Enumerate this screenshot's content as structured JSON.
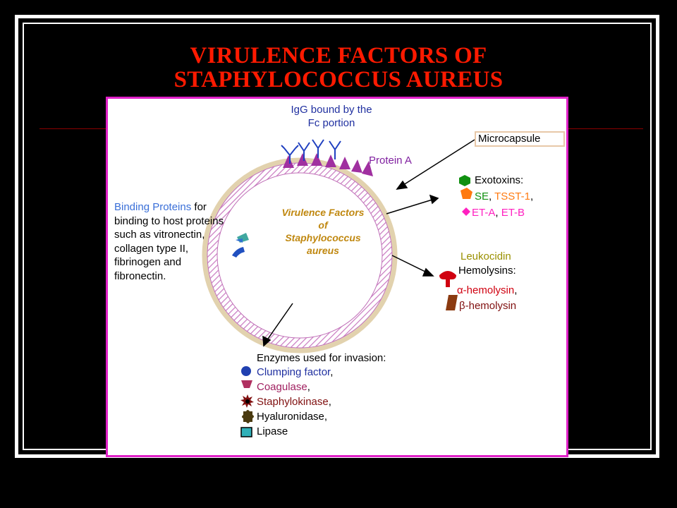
{
  "title": {
    "line1": "VIRULENCE FACTORS OF",
    "line2": "STAPHYLOCOCCUS AUREUS"
  },
  "diagram": {
    "center": [
      "Virulence Factors",
      "of",
      "Staphylococcus",
      "aureus"
    ],
    "igg": [
      "IgG bound by the",
      "Fc portion"
    ],
    "protein_a": "Protein A",
    "microcapsule": "Microcapsule",
    "exotoxins": {
      "heading": "Exotoxins:",
      "se": "SE",
      "sep1": ", ",
      "tsst": "TSST-1",
      "sep2": ",",
      "eta": "ET-A",
      "sep3": ", ",
      "etb": "ET-B"
    },
    "leukocidin": "Leukocidin",
    "hemolysins": {
      "heading": "Hemolysins:",
      "alpha": "α-hemolysin",
      "sep": ",",
      "beta": "β-hemolysin"
    },
    "binding": {
      "head_colored": "Binding Proteins",
      "head_rest": " for",
      "lines": [
        "binding to host proteins",
        "such as vitronectin,",
        "collagen type II,",
        "fibrinogen and",
        "fibronectin."
      ]
    },
    "enzymes": {
      "heading": "Enzymes used for invasion:",
      "items": [
        {
          "label": "Clumping factor",
          "sep": ","
        },
        {
          "label": "Coagulase",
          "sep": ","
        },
        {
          "label": "Staphylokinase",
          "sep": ","
        },
        {
          "label": "Hyaluronidase",
          "sep": ","
        },
        {
          "label": "Lipase",
          "sep": ""
        }
      ]
    }
  },
  "colors": {
    "title": "#ff1a00",
    "panel_border": "#e020c8",
    "protein_a": "#a030a0",
    "igg": "#2040c0",
    "center_text": "#c08810"
  },
  "icons": [
    "igg-antibody-icon",
    "protein-a-icon",
    "green-hexagon-icon",
    "orange-pentagon-icon",
    "pink-diamond-icon",
    "crescent-icon",
    "red-mushroom-icon",
    "brown-bar-icon",
    "circle-icon",
    "cup-icon",
    "spiked-star-icon",
    "puzzle-icon",
    "teal-square-icon",
    "binding-protein-icon"
  ]
}
